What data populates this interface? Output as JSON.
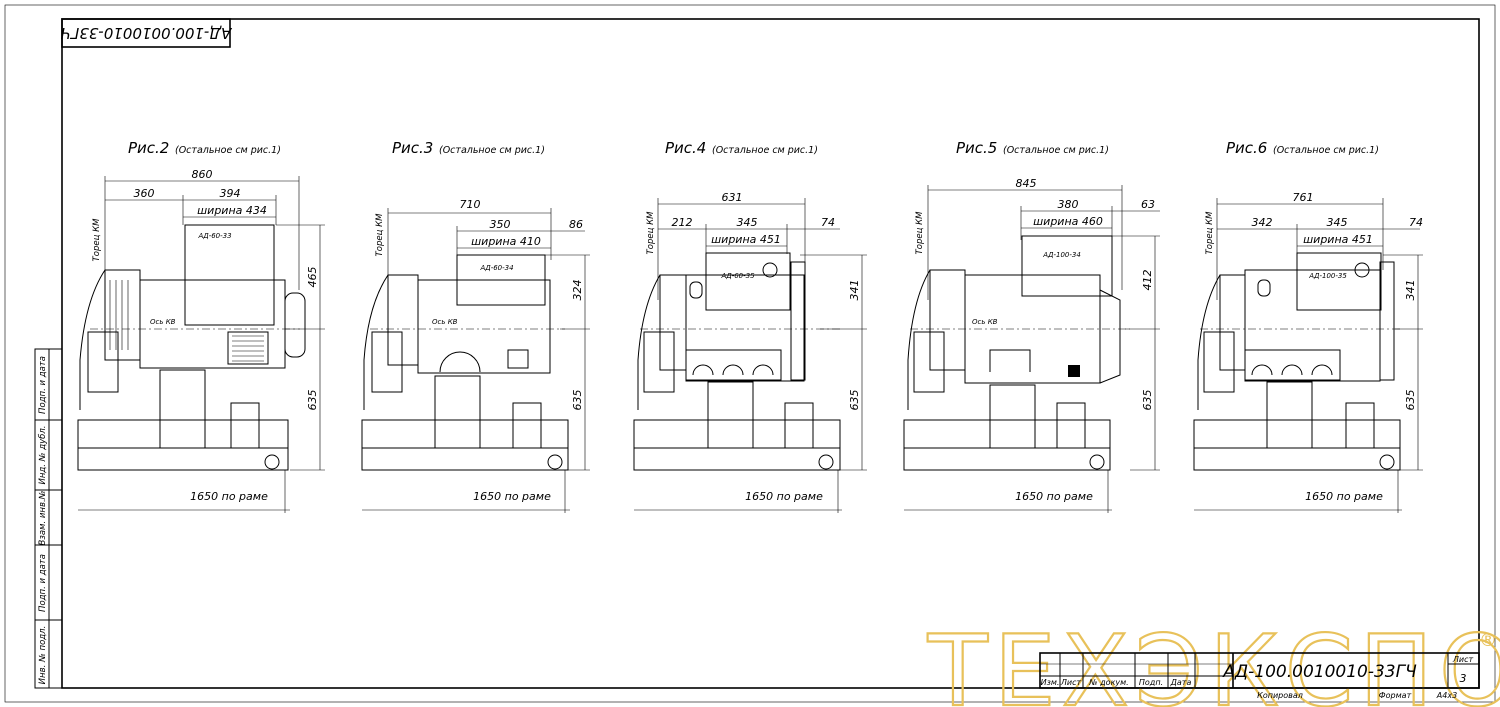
{
  "doc": {
    "code": "АД-100.0010010-33ГЧ",
    "code_mirrored": "АД-100.0010010-33ГЧ",
    "sheet_label": "Лист",
    "sheet_number": "3",
    "copied_label": "Копировал",
    "format_label": "Формат",
    "format_value": "А4х3",
    "title_cols": [
      "Изм.",
      "Лист",
      "№ докум.",
      "Подп.",
      "Дата"
    ],
    "side_labels": [
      "Подп. и дата",
      "Инд. № дубл.",
      "Взам. инв.№",
      "Подп. и дата",
      "Инв. № подл."
    ]
  },
  "watermark": {
    "text": "ТЕХЭКСПО",
    "mark": "®",
    "color": "#e8c15a"
  },
  "figures": [
    {
      "title": "Рис.2",
      "note": "(Остальное см рис.1)",
      "model": "АД-60-33",
      "top_dims": [
        "860",
        "360",
        "394"
      ],
      "width": "ширина 434",
      "right_dims": [
        "465",
        "635"
      ],
      "axis": "Ось КВ",
      "end": "Торец КМ",
      "frame": "1650 по раме"
    },
    {
      "title": "Рис.3",
      "note": "(Остальное см рис.1)",
      "model": "АД-60-34",
      "top_dims": [
        "710",
        "350",
        "86"
      ],
      "width": "ширина 410",
      "right_dims": [
        "324",
        "635"
      ],
      "axis": "Ось КВ",
      "end": "Торец КМ",
      "frame": "1650 по раме"
    },
    {
      "title": "Рис.4",
      "note": "(Остальное см рис.1)",
      "model": "АД-60-35",
      "top_dims": [
        "631",
        "212",
        "345",
        "74"
      ],
      "width": "ширина 451",
      "right_dims": [
        "341",
        "635"
      ],
      "axis": "",
      "end": "Торец КМ",
      "frame": "1650 по раме"
    },
    {
      "title": "Рис.5",
      "note": "(Остальное см рис.1)",
      "model": "АД-100-34",
      "top_dims": [
        "845",
        "380",
        "63"
      ],
      "width": "ширина 460",
      "right_dims": [
        "412",
        "635"
      ],
      "axis": "Ось КВ",
      "end": "Торец КМ",
      "frame": "1650 по раме"
    },
    {
      "title": "Рис.6",
      "note": "(Остальное см рис.1)",
      "model": "АД-100-35",
      "top_dims": [
        "761",
        "342",
        "345",
        "74"
      ],
      "width": "ширина 451",
      "right_dims": [
        "341",
        "635"
      ],
      "axis": "",
      "end": "Торец КМ",
      "frame": "1650 по раме"
    }
  ]
}
